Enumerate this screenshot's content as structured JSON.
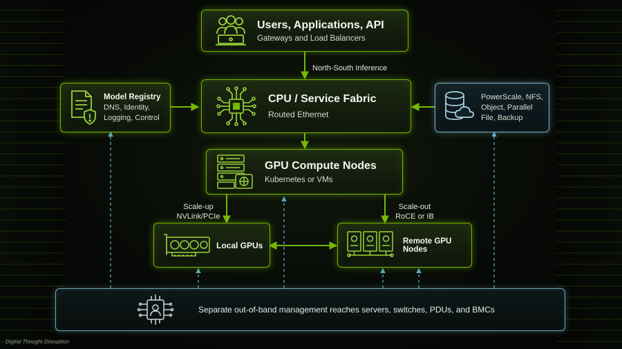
{
  "nodes": {
    "users": {
      "title": "Users, Applications, API",
      "subtitle": "Gateways and Load Balancers"
    },
    "registry": {
      "title": "Model Registry",
      "lines": [
        "DNS, Identity,",
        "Logging, Control"
      ]
    },
    "fabric": {
      "title": "CPU / Service Fabric",
      "subtitle": "Routed Ethernet"
    },
    "storage": {
      "lines": [
        "PowerScale, NFS,",
        "Object, Parallel",
        "File, Backup"
      ]
    },
    "gpu_nodes": {
      "title": "GPU Compute Nodes",
      "subtitle": "Kubernetes or VMs"
    },
    "local_gpus": {
      "title": "Local GPUs"
    },
    "remote_gpus": {
      "title": "Remote GPU Nodes"
    },
    "oob": {
      "text": "Separate out-of-band management reaches servers, switches, PDUs, and BMCs"
    }
  },
  "edge_labels": {
    "north_south": "North-South Inference",
    "scale_up": [
      "Scale-up",
      "NVLink/PCIe"
    ],
    "scale_out": [
      "Scale-out",
      "RoCE or IB"
    ]
  },
  "watermark": "Digital Thought Disruption",
  "colors": {
    "accent": "#76b900",
    "storage_accent": "#7fb3c6",
    "mgmt_dashed": "#5fa7c2"
  },
  "icons": {
    "users": "users-laptop-icon",
    "registry": "document-shield-icon",
    "fabric": "cpu-chip-icon",
    "storage": "database-cloud-icon",
    "gpu_nodes": "server-rack-icon",
    "local_gpus": "gpu-card-icon",
    "remote_gpus": "gpu-servers-icon",
    "oob": "management-chip-icon"
  }
}
